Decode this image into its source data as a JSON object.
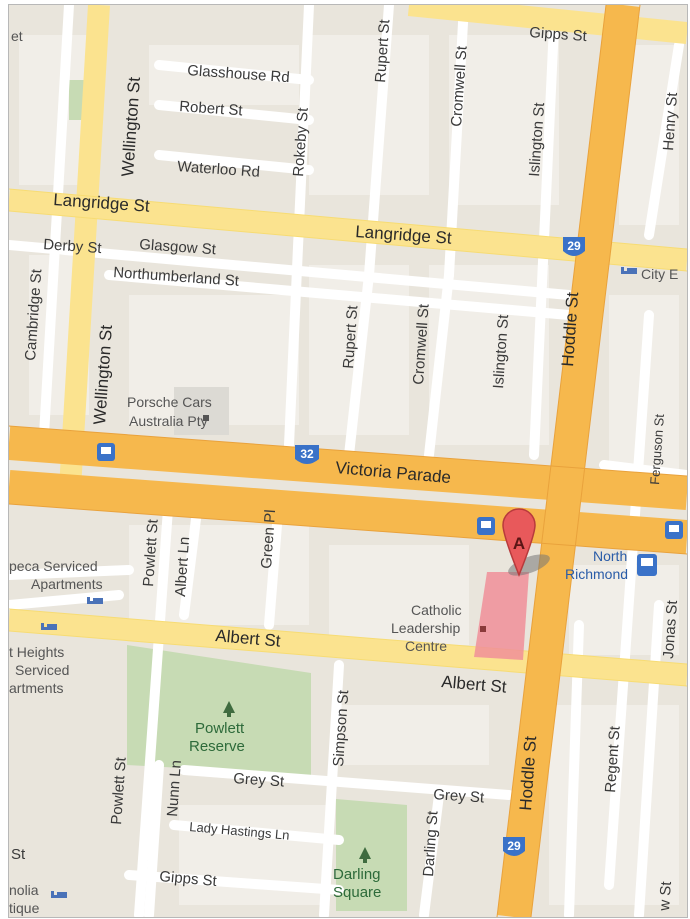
{
  "map": {
    "streets": {
      "gipps_st_top": "Gipps St",
      "glasshouse_rd": "Glasshouse Rd",
      "robert_st": "Robert St",
      "waterloo_rd": "Waterloo Rd",
      "langridge_st_w": "Langridge St",
      "langridge_st_e": "Langridge St",
      "derby_st": "Derby St",
      "glasgow_st": "Glasgow St",
      "northumberland_st": "Northumberland St",
      "wellington_st_n": "Wellington St",
      "wellington_st_s": "Wellington St",
      "rokeby_st": "Rokeby St",
      "rupert_st_n": "Rupert St",
      "rupert_st_s": "Rupert St",
      "cromwell_st_n": "Cromwell St",
      "cromwell_st_s": "Cromwell St",
      "islington_st_n": "Islington St",
      "islington_st_s": "Islington St",
      "henry_st": "Henry St",
      "hoddle_st_n": "Hoddle St",
      "hoddle_st_s": "Hoddle St",
      "cambridge_st": "Cambridge St",
      "victoria_parade": "Victoria Parade",
      "ferguson_st": "Ferguson St",
      "powlett_st_n": "Powlett St",
      "albert_ln": "Albert Ln",
      "green_pl": "Green Pl",
      "albert_st_w": "Albert St",
      "albert_st_e": "Albert St",
      "jonas_st": "Jonas St",
      "simpson_st": "Simpson St",
      "grey_st_w": "Grey St",
      "grey_st_e": "Grey St",
      "powlett_st_s": "Powlett St",
      "nunn_ln": "Nunn Ln",
      "lady_hastings_ln": "Lady Hastings Ln",
      "darling_st": "Darling St",
      "regent_st": "Regent St",
      "gipps_st_bottom": "Gipps St",
      "st_left": "St",
      "w_st": "w St"
    },
    "shields": {
      "route_29_top": "29",
      "route_32": "32",
      "route_29_bottom": "29"
    },
    "poi": {
      "porsche_line1": "Porsche Cars",
      "porsche_line2": "Australia Pty",
      "catholic_line1": "Catholic",
      "catholic_line2": "Leadership",
      "catholic_line3": "Centre",
      "peca_line1": "peca Serviced",
      "peca_line2": "Apartments",
      "heights_line1": "t Heights",
      "heights_line2": "Serviced",
      "heights_line3": "artments",
      "city_label": "City E",
      "nolia_line1": "nolia",
      "nolia_line2": "tique",
      "top_left_fragment": "et"
    },
    "parks": {
      "powlett_line1": "Powlett",
      "powlett_line2": "Reserve",
      "darling_line1": "Darling",
      "darling_line2": "Square"
    },
    "stations": {
      "north_richmond_line1": "North",
      "north_richmond_line2": "Richmond"
    },
    "marker": {
      "letter": "A"
    },
    "colors": {
      "background": "#e9e5dc",
      "block": "#f3f1ec",
      "minor_road": "#ffffff",
      "major_road": "#fbe38f",
      "arterial_road": "#f6b84d",
      "park": "#c7dbb4",
      "highlight": "#f08f99",
      "marker": "#e8595b",
      "transit": "#3a72c8"
    }
  }
}
